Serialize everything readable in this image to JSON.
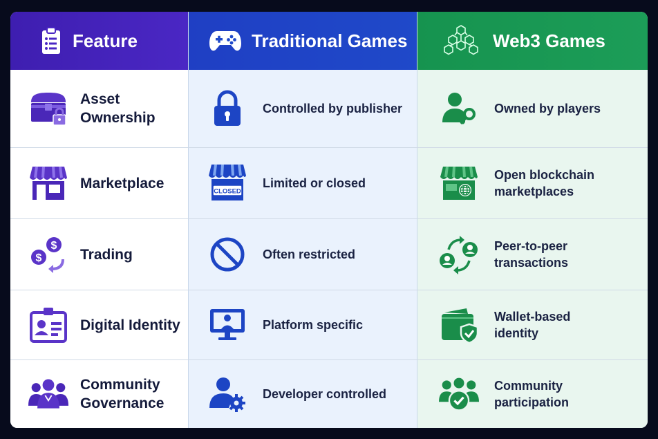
{
  "header": {
    "feature": {
      "label": "Feature",
      "icon": "clipboard-icon"
    },
    "traditional": {
      "label": "Traditional Games",
      "icon": "gamepad-icon"
    },
    "web3": {
      "label": "Web3 Games",
      "icon": "blockchain-cubes-icon"
    }
  },
  "colors": {
    "feature": "#4a27c4",
    "traditional": "#1f49c9",
    "web3": "#1c9d58"
  },
  "rows": [
    {
      "feature": "Asset\nOwnership",
      "feature_icon": "treasure-chest-lock-icon",
      "traditional": "Controlled by publisher",
      "traditional_icon": "padlock-icon",
      "web3": "Owned by players",
      "web3_icon": "user-key-icon"
    },
    {
      "feature": "Marketplace",
      "feature_icon": "storefront-icon",
      "traditional": "Limited or closed",
      "traditional_icon": "closed-store-icon",
      "closed_sign": "CLOSED",
      "web3": "Open blockchain\nmarketplaces",
      "web3_icon": "store-globe-icon"
    },
    {
      "feature": "Trading",
      "feature_icon": "coins-exchange-icon",
      "traditional": "Often restricted",
      "traditional_icon": "prohibited-icon",
      "web3": "Peer-to-peer\ntransactions",
      "web3_icon": "peer-exchange-icon"
    },
    {
      "feature": "Digital Identity",
      "feature_icon": "id-badge-icon",
      "traditional": "Platform specific",
      "traditional_icon": "monitor-user-icon",
      "web3": "Wallet-based\nidentity",
      "web3_icon": "wallet-shield-icon"
    },
    {
      "feature": "Community\nGovernance",
      "feature_icon": "group-icon",
      "traditional": "Developer controlled",
      "traditional_icon": "user-gear-icon",
      "web3": "Community\nparticipation",
      "web3_icon": "group-check-icon"
    }
  ]
}
